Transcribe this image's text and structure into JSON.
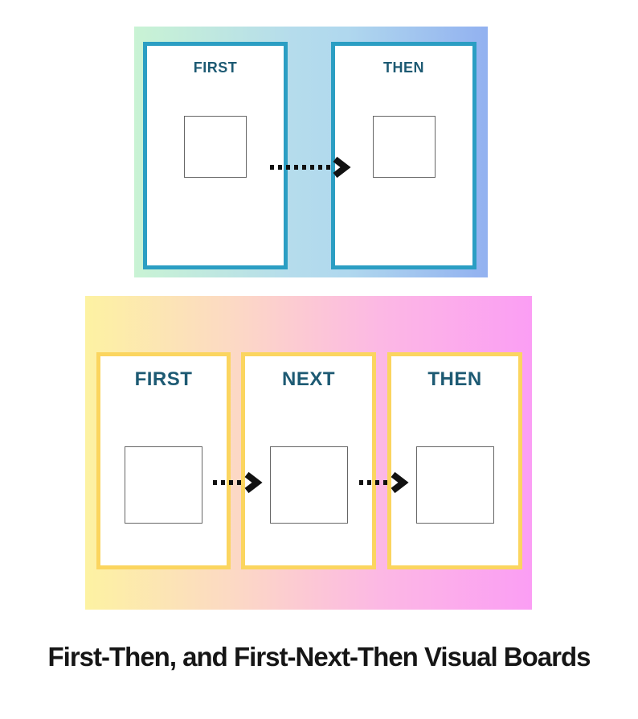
{
  "page": {
    "caption": "First-Then, and First-Next-Then Visual Boards",
    "background_color": "#ffffff",
    "caption_color": "#161616"
  },
  "boards": [
    {
      "name": "first-then-board",
      "cards": [
        {
          "label": "FIRST"
        },
        {
          "label": "THEN"
        }
      ],
      "card_border_color": "#2b9ec3",
      "label_color": "#1d5a73",
      "gradient": [
        "#c9f3d4",
        "#b5dcec",
        "#92b1f0"
      ],
      "arrow_count": 1
    },
    {
      "name": "first-next-then-board",
      "cards": [
        {
          "label": "FIRST"
        },
        {
          "label": "NEXT"
        },
        {
          "label": "THEN"
        }
      ],
      "card_border_color": "#fbd55f",
      "label_color": "#1d5a73",
      "gradient": [
        "#fdf2a2",
        "#fcd9c4",
        "#fb9ef4"
      ],
      "arrow_count": 2
    }
  ],
  "icons": {
    "arrow": "dotted-arrow-right-icon",
    "arrow_color": "#111111"
  }
}
